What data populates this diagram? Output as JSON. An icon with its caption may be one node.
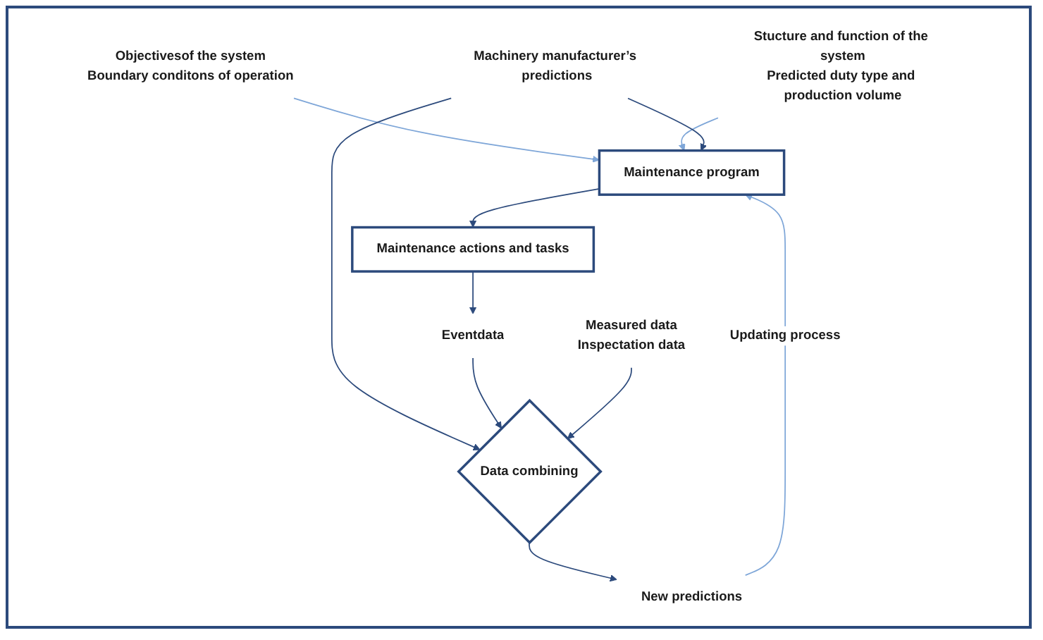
{
  "diagram": {
    "nodes": [
      {
        "text": [
          "Objectivesof the system",
          "Boundary conditons of operation"
        ]
      },
      {
        "text": [
          "Stucture and function of the system",
          "Predicted duty type and production volume"
        ]
      },
      {
        "text": [
          "Maintenance program"
        ]
      },
      {
        "text": [
          "Machinery manufacturer’s predictions"
        ]
      },
      {
        "text": [
          "Data combining"
        ]
      },
      {
        "text": [
          "New predictions"
        ]
      },
      {
        "text": [
          "Maintenance actions and tasks"
        ]
      },
      {
        "text": [
          "Eventdata"
        ]
      },
      {
        "text": [
          "Measured data",
          "Inspectation data"
        ]
      }
    ],
    "edges": [
      {
        "from": 0,
        "to": 2,
        "arrow": "to",
        "color": "#7ea6d8"
      },
      {
        "from": 1,
        "to": 2,
        "arrow": "to",
        "color": "#7ea6d8"
      },
      {
        "from": 3,
        "to": 2,
        "arrow": "to"
      },
      {
        "from": 3,
        "to": 4,
        "arrow": "to"
      },
      {
        "from": 4,
        "to": 5,
        "arrow": "to"
      },
      {
        "from": 5,
        "to": 2,
        "arrow": "to",
        "label": "Updating process",
        "color": "#7ea6d8"
      },
      {
        "from": 2,
        "to": 6,
        "arrow": "to"
      },
      {
        "from": 6,
        "to": 7,
        "arrow": "to"
      },
      {
        "from": 7,
        "to": 4,
        "arrow": "to"
      },
      {
        "from": 8,
        "to": 4,
        "arrow": "to"
      }
    ]
  }
}
